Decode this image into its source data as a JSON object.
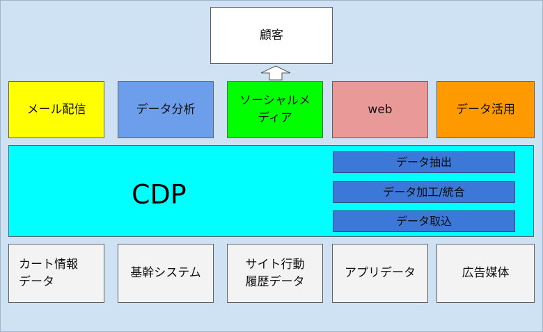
{
  "customer": "顧客",
  "channels": {
    "mail": "メール配信",
    "analysis": "データ分析",
    "social": [
      "ソーシャルメ",
      "ディア"
    ],
    "web": "web",
    "utilization": "データ活用"
  },
  "cdp": {
    "label": "CDP",
    "functions": [
      "データ抽出",
      "データ加工/統合",
      "データ取込"
    ]
  },
  "sources": {
    "cart": [
      "カート情報",
      "データ"
    ],
    "core": "基幹システム",
    "site": [
      "サイト行動",
      "履歴データ"
    ],
    "app": "アプリデータ",
    "ad": "広告媒体"
  },
  "colors": {
    "background": "#cfe2f3",
    "mail": "#ffff00",
    "analysis": "#6d9eeb",
    "social": "#00ff00",
    "web": "#ea9999",
    "utilization": "#ff9900",
    "cdp": "#00ffff",
    "function": "#3c78d8",
    "source": "#f3f3f3"
  }
}
